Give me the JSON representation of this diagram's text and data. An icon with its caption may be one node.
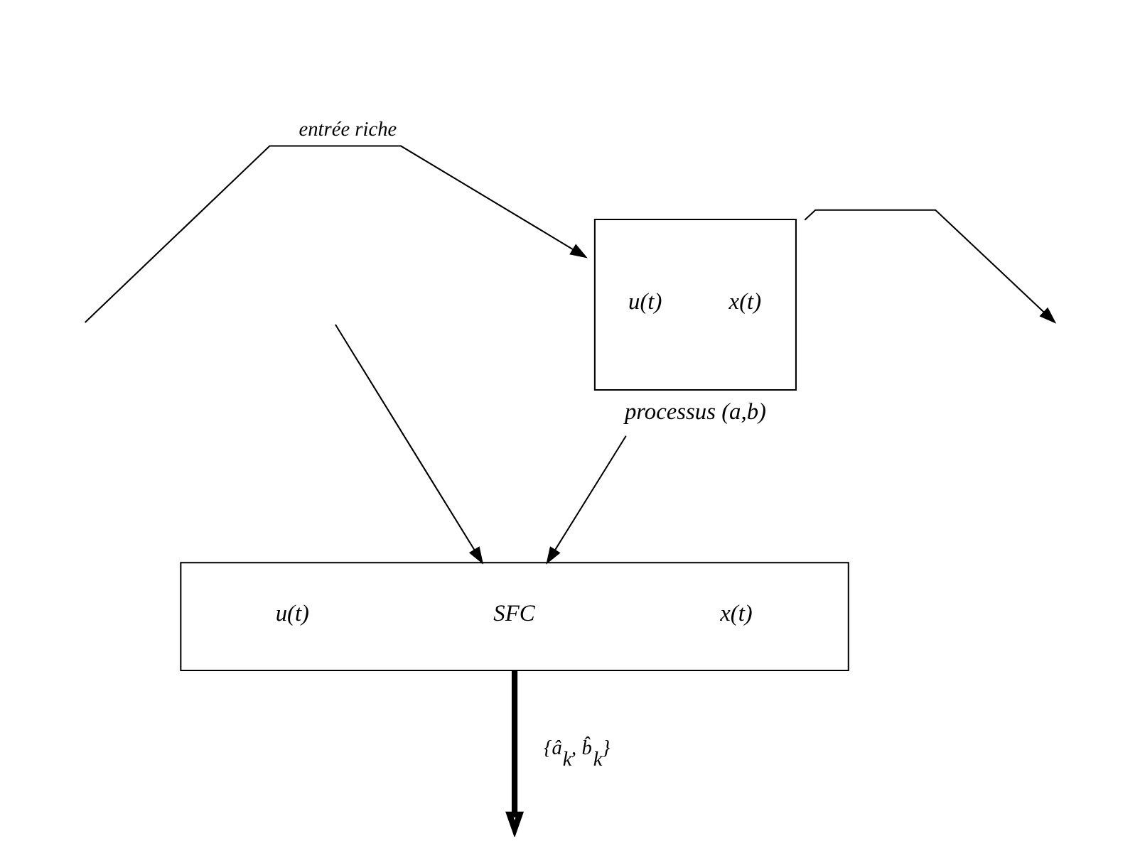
{
  "diagram": {
    "nodes": [
      {
        "text": [
          "u(t)",
          "x(t)"
        ],
        "beside": [
          "processus (a,b)"
        ]
      },
      {
        "text": [
          "u(t)",
          "SFC",
          "x(t)"
        ]
      }
    ],
    "edges": [
      {
        "from": null,
        "to": 0,
        "arrow": "to",
        "label": "entrée riche"
      },
      {
        "from": null,
        "to": 1,
        "arrow": "to"
      },
      {
        "from": 0,
        "to": null,
        "arrow": "to"
      },
      {
        "from": 0,
        "to": 1,
        "arrow": "to"
      },
      {
        "from": 1,
        "to": null,
        "arrow": "to",
        "style": "thick",
        "label": "{â$_{k}$, b̂$_{k}$}"
      }
    ]
  }
}
